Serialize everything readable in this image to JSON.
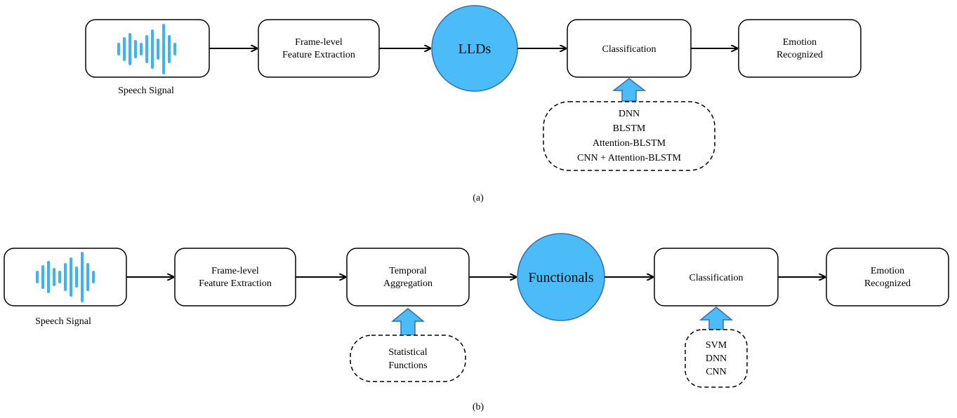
{
  "panel_a": {
    "caption": "(a)",
    "speech_label": "Speech Signal",
    "steps": [
      "Frame-level",
      "Feature Extraction"
    ],
    "llds": "LLDs",
    "classification": "Classification",
    "output": [
      "Emotion",
      "Recognized"
    ],
    "models": [
      "DNN",
      "BLSTM",
      "Attention-BLSTM",
      "CNN + Attention-BLSTM"
    ]
  },
  "panel_b": {
    "caption": "(b)",
    "speech_label": "Speech Signal",
    "steps": [
      "Frame-level",
      "Feature Extraction"
    ],
    "aggregation": [
      "Temporal",
      "Aggregation"
    ],
    "aggregation_input": [
      "Statistical",
      "Functions"
    ],
    "functionals": "Functionals",
    "classification": "Classification",
    "output": [
      "Emotion",
      "Recognized"
    ],
    "models": [
      "SVM",
      "DNN",
      "CNN"
    ]
  },
  "colors": {
    "accent": "#4cbcf9",
    "accent_stroke": "#2f6fb3",
    "wave": "#3bb3f5",
    "stroke": "#000000"
  },
  "icons": [
    "waveform-icon",
    "arrow-up-icon",
    "arrow-right-icon"
  ]
}
